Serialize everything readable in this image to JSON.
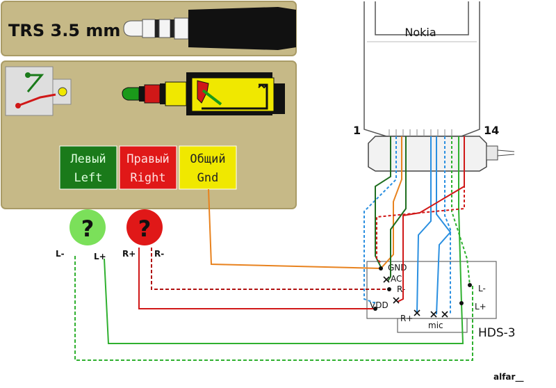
{
  "plug_title": "TRS 3.5 mm",
  "legend": {
    "left": {
      "ru": "Левый",
      "en": "Left",
      "color": "#1a7a1a"
    },
    "right": {
      "ru": "Правый",
      "en": "Right",
      "color": "#e01818"
    },
    "gnd": {
      "ru": "Общий",
      "en": "Gnd",
      "color": "#f0e800"
    }
  },
  "speakers": {
    "left": {
      "mark": "?",
      "minus": "L-",
      "plus": "L+",
      "color": "#7be05a"
    },
    "right": {
      "mark": "?",
      "minus": "R-",
      "plus": "R+",
      "color": "#e01818"
    }
  },
  "phone": {
    "name": "Nokia",
    "pin_first": "1",
    "pin_last": "14"
  },
  "hds": {
    "name": "HDS-3",
    "pins": {
      "gnd": "GND",
      "aci": "ACI",
      "r_minus": "R-",
      "vdd": "VDD",
      "r_plus": "R+",
      "mic": "mic",
      "l_minus": "L-",
      "l_plus": "L+"
    }
  },
  "author": "alfar__",
  "colors": {
    "panel": "#c6b987",
    "panel_border": "#a99b66",
    "orange": "#e8821e",
    "blue": "#2a8fe0",
    "green": "#2fb02f",
    "darkgreen": "#1f6e1f",
    "red": "#d01818",
    "darkred": "#b01010"
  }
}
